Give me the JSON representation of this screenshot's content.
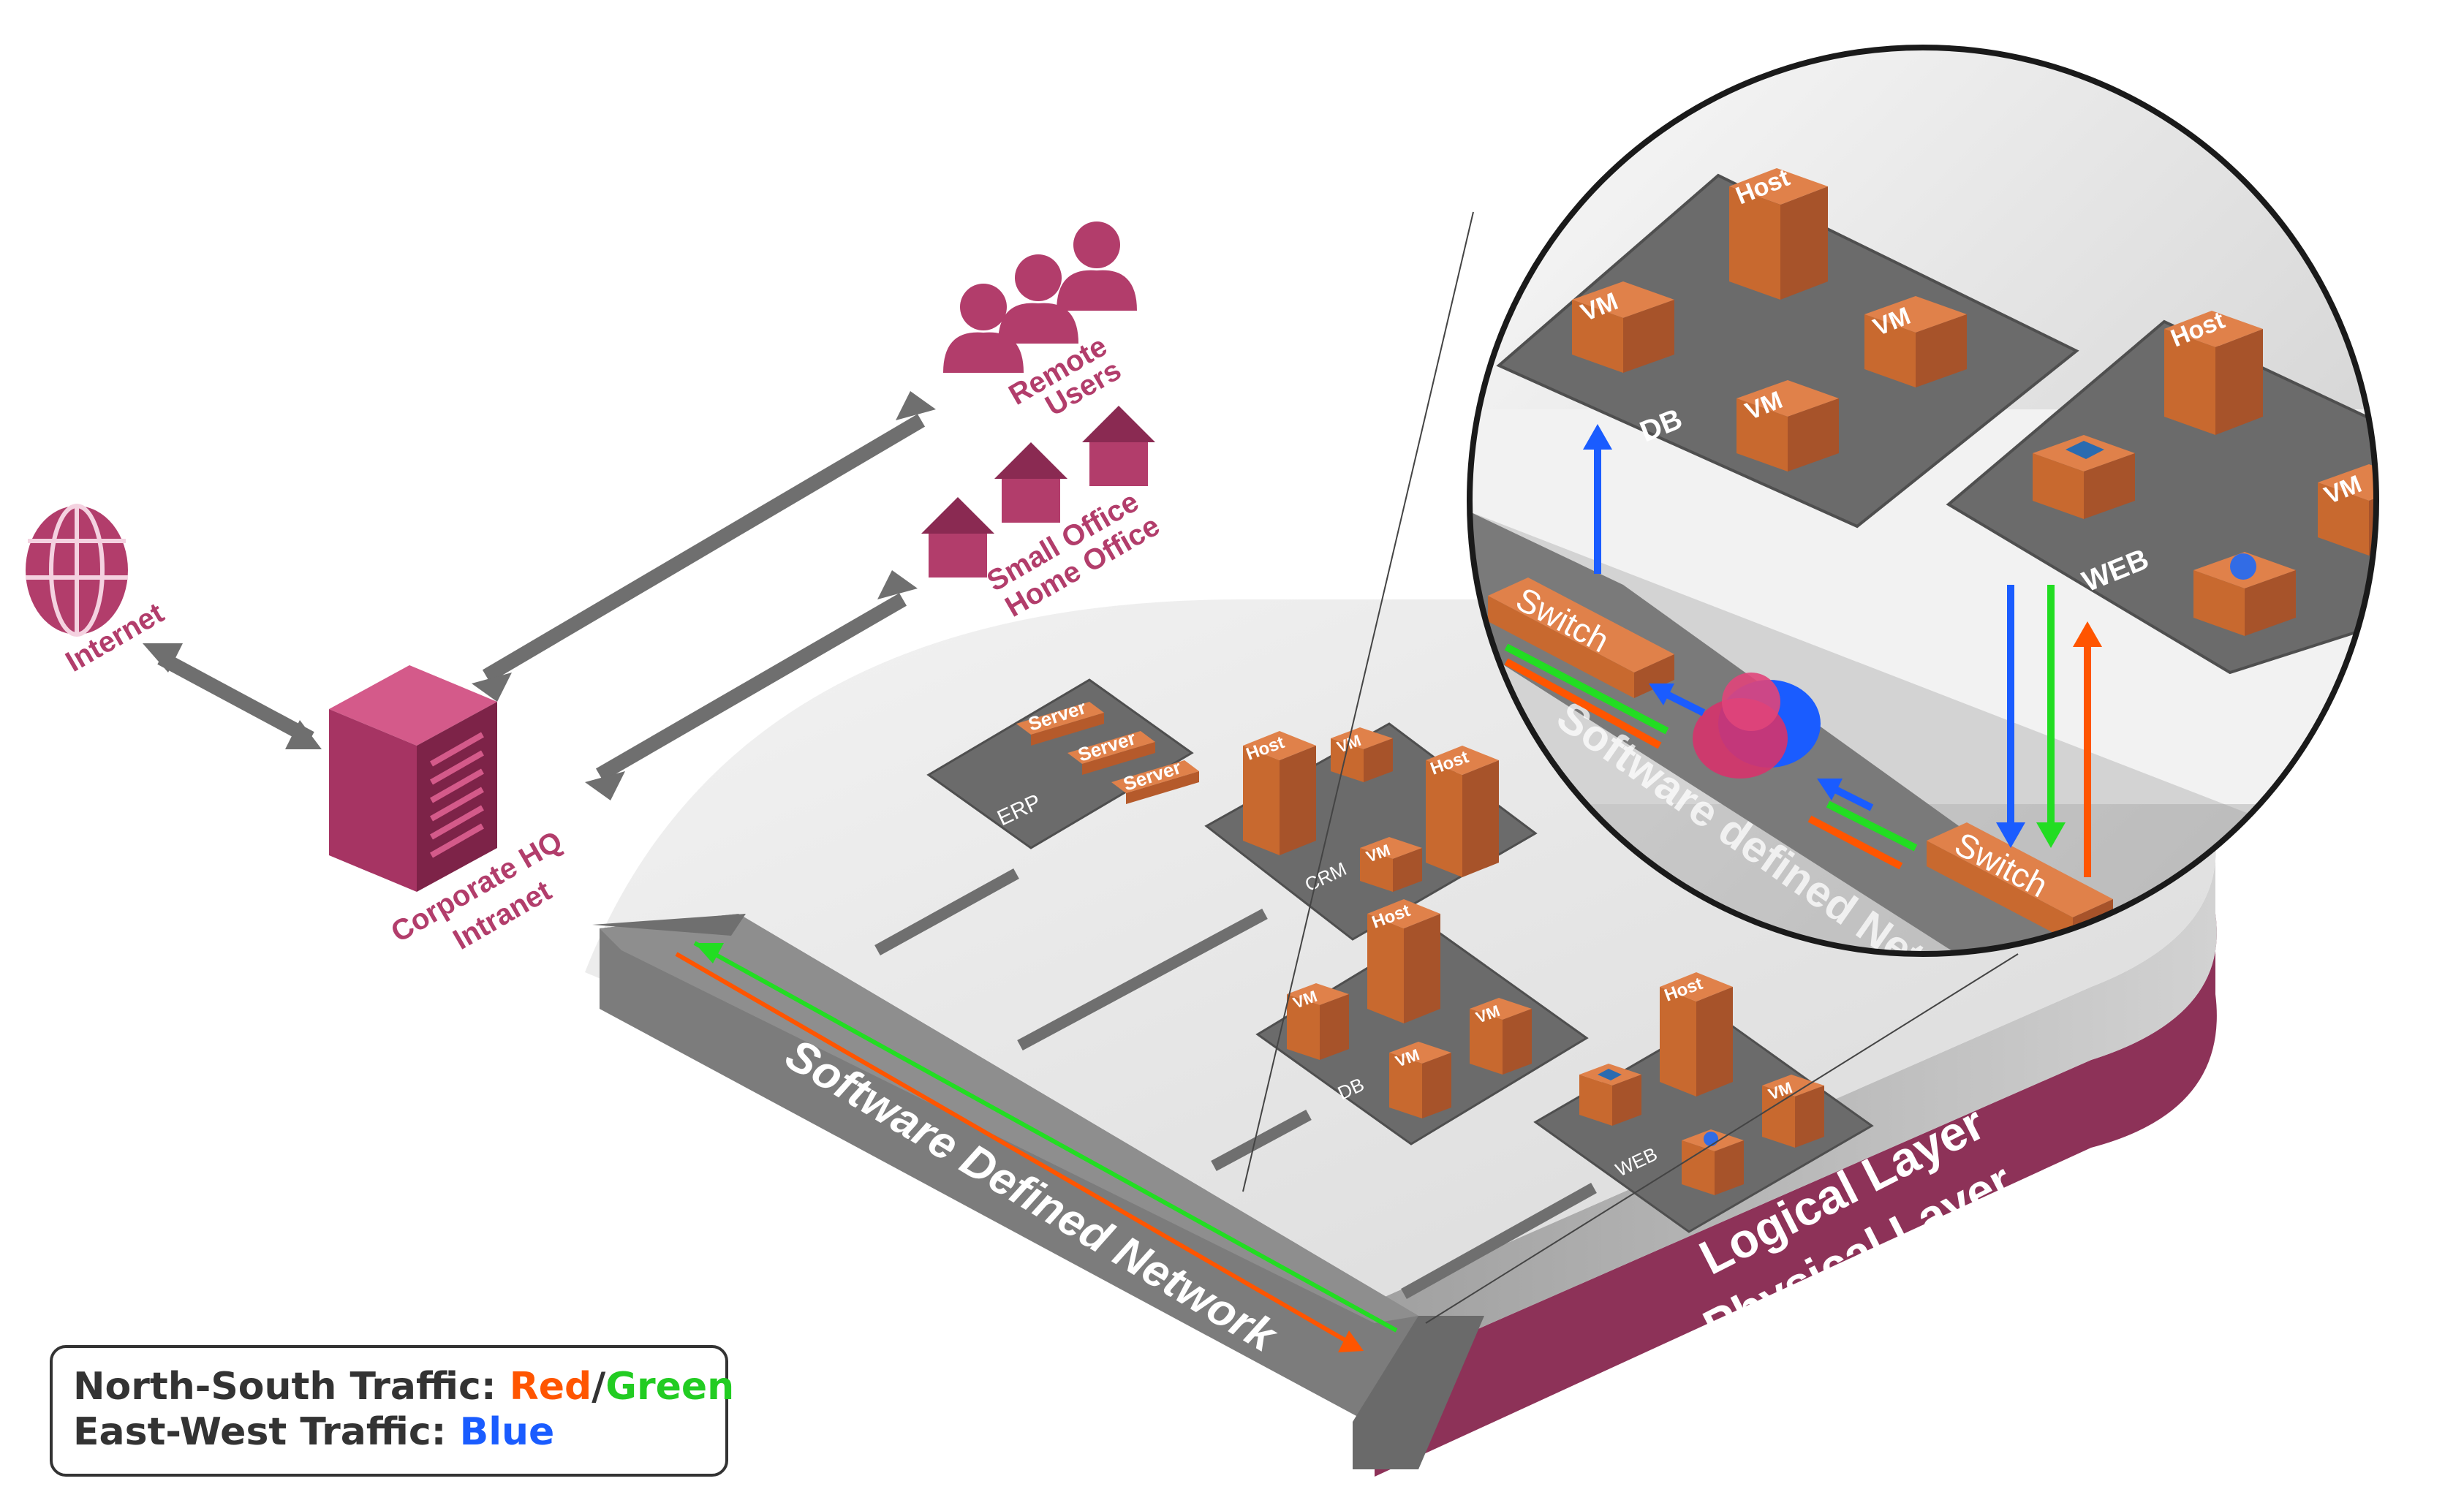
{
  "colors": {
    "magenta": "#b23d6b",
    "magenta_dark": "#8a2a52",
    "slab_dark": "#7a2c4b",
    "platform_grey": "#6b6b6b",
    "box_orange": "#e0814a",
    "box_orange_dark": "#b55a2b",
    "red": "#ff5500",
    "green": "#22dd22",
    "blue": "#1a5cff",
    "arrow_grey": "#6f6f6f"
  },
  "left": {
    "internet": "Internet",
    "hq_line1": "Corporate HQ",
    "hq_line2": "Intranet",
    "remote_line1": "Remote",
    "remote_line2": "Users",
    "soho_line1": "Small Office",
    "soho_line2": "Home Office"
  },
  "platform": {
    "sdn": "Software Defined Network",
    "logical_layer": "Logical Layer",
    "physical_layer": "Physical Layer",
    "groups": {
      "erp": {
        "label": "ERP",
        "servers": [
          "Server",
          "Server",
          "Server"
        ]
      },
      "crm": {
        "label": "CRM",
        "hosts": [
          "Host",
          "Host"
        ],
        "vms": [
          "VM",
          "VM"
        ]
      },
      "db": {
        "label": "DB",
        "host": "Host",
        "vms": [
          "VM",
          "VM",
          "VM"
        ]
      },
      "web": {
        "label": "WEB",
        "host": "Host",
        "vms": [
          "VM"
        ]
      }
    }
  },
  "zoom": {
    "db_label": "DB",
    "web_label": "WEB",
    "host": "Host",
    "vm": "VM",
    "switch_left": "Switch",
    "switch_right": "Switch",
    "sdn": "Software defined Net"
  },
  "legend": {
    "ns_prefix": "North-South Traffic: ",
    "ns_red": "Red",
    "ns_slash": "/",
    "ns_green": "Green",
    "ew_prefix": "East-West Traffic: ",
    "ew_blue": "Blue"
  }
}
